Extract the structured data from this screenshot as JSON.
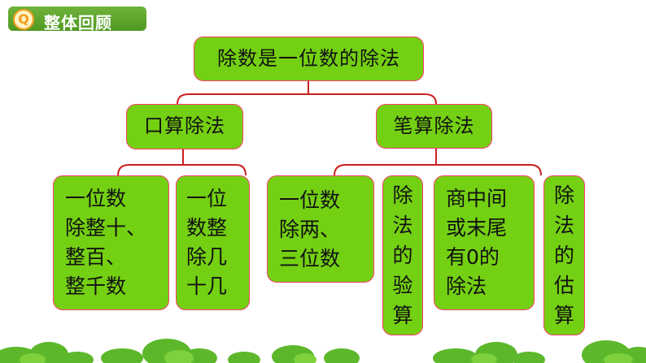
{
  "header": {
    "badge": "Q",
    "title": "整体回顾"
  },
  "root": "除数是一位数的除法",
  "branches": {
    "oral": "口算除法",
    "written": "笔算除法"
  },
  "leaves": {
    "oral_1": [
      "一位数",
      "除整十、",
      "整百、",
      "整千数"
    ],
    "oral_2": [
      "一位",
      "数整",
      "除几",
      "十几"
    ],
    "written_1": [
      "一位数",
      "除两、",
      "三位数"
    ],
    "written_2": [
      "除",
      "法",
      "的",
      "验",
      "算"
    ],
    "written_3": [
      "商中间",
      "或末尾",
      "有0的",
      "除法"
    ],
    "written_4": [
      "除",
      "法",
      "的",
      "估",
      "算"
    ]
  },
  "colors": {
    "box_fill": "#74d012",
    "box_border": "#ff3b6b",
    "connector": "#cc1f1f",
    "header_green": "#5aa52a"
  }
}
